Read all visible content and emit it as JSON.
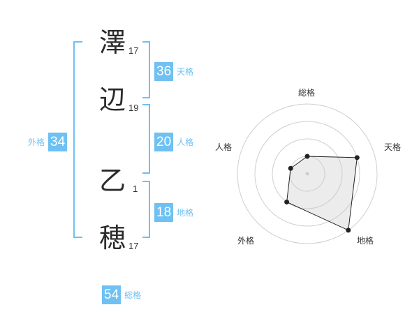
{
  "name": {
    "chars": [
      {
        "char": "澤",
        "strokes": "17"
      },
      {
        "char": "辺",
        "strokes": "19"
      },
      {
        "char": "乙",
        "strokes": "1"
      },
      {
        "char": "穂",
        "strokes": "17"
      }
    ]
  },
  "fortune": {
    "tenkaku": {
      "value": "36",
      "label": "天格"
    },
    "jinkaku": {
      "value": "20",
      "label": "人格"
    },
    "chikaku": {
      "value": "18",
      "label": "地格"
    },
    "gaikaku": {
      "value": "34",
      "label": "外格"
    },
    "soukaku": {
      "value": "54",
      "label": "総格"
    }
  },
  "colors": {
    "accent": "#6ec1f2",
    "text": "#2b2b2b"
  },
  "chart_data": {
    "type": "radar",
    "axes": [
      "総格",
      "天格",
      "地格",
      "外格",
      "人格"
    ],
    "levels": 4,
    "values": [
      1,
      3,
      4,
      2,
      1
    ],
    "max": 4
  }
}
